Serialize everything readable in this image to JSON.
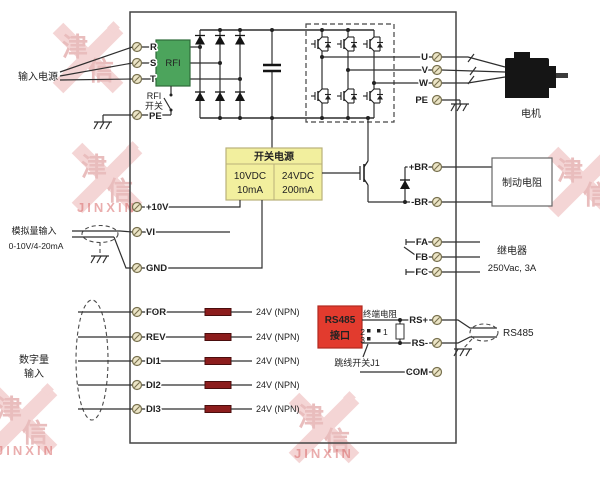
{
  "watermark": {
    "cn_char1": "津",
    "cn_char2": "信",
    "en": "JINXIN",
    "color": "#d96b6b"
  },
  "power_input": {
    "label": "输入电源",
    "terminals": [
      "R",
      "S",
      "T",
      "PE"
    ],
    "rfi_box": "RFI",
    "rfi_switch_line1": "RFI",
    "rfi_switch_line2": "开关"
  },
  "psu": {
    "title": "开关电源",
    "col1_voltage": "10VDC",
    "col1_current": "10mA",
    "col2_voltage": "24VDC",
    "col2_current": "200mA",
    "fill_color": "#f2ef9e"
  },
  "analog_input": {
    "label_line1": "模拟量输入",
    "label_line2": "0-10V/4-20mA",
    "terminals": [
      "+10V",
      "VI",
      "GND"
    ]
  },
  "digital_input": {
    "label_line1": "数字量",
    "label_line2": "输入",
    "terminals": [
      "FOR",
      "REV",
      "DI1",
      "DI2",
      "DI3"
    ],
    "level_label": "24V (NPN)",
    "resistor_color": "#8c1d1d"
  },
  "output": {
    "terminals": [
      "U",
      "V",
      "W",
      "PE"
    ],
    "motor_label": "电机"
  },
  "brake": {
    "terminals": [
      "+BR",
      "-BR"
    ],
    "resistor_label": "制动电阻"
  },
  "relay": {
    "terminals": [
      "FA",
      "FB",
      "FC"
    ],
    "label_line1": "继电器",
    "label_line2": "250Vac, 3A"
  },
  "rs485": {
    "box_line1": "RS485",
    "box_line2": "接口",
    "box_color": "#e23b2e",
    "terminating_resistor": "终端电阻",
    "jumper_label": "跳线开关J1",
    "jumper_pins": [
      "2",
      "1",
      "3"
    ],
    "terminals": [
      "RS+",
      "RS-",
      "COM"
    ],
    "cable_label": "RS485"
  }
}
